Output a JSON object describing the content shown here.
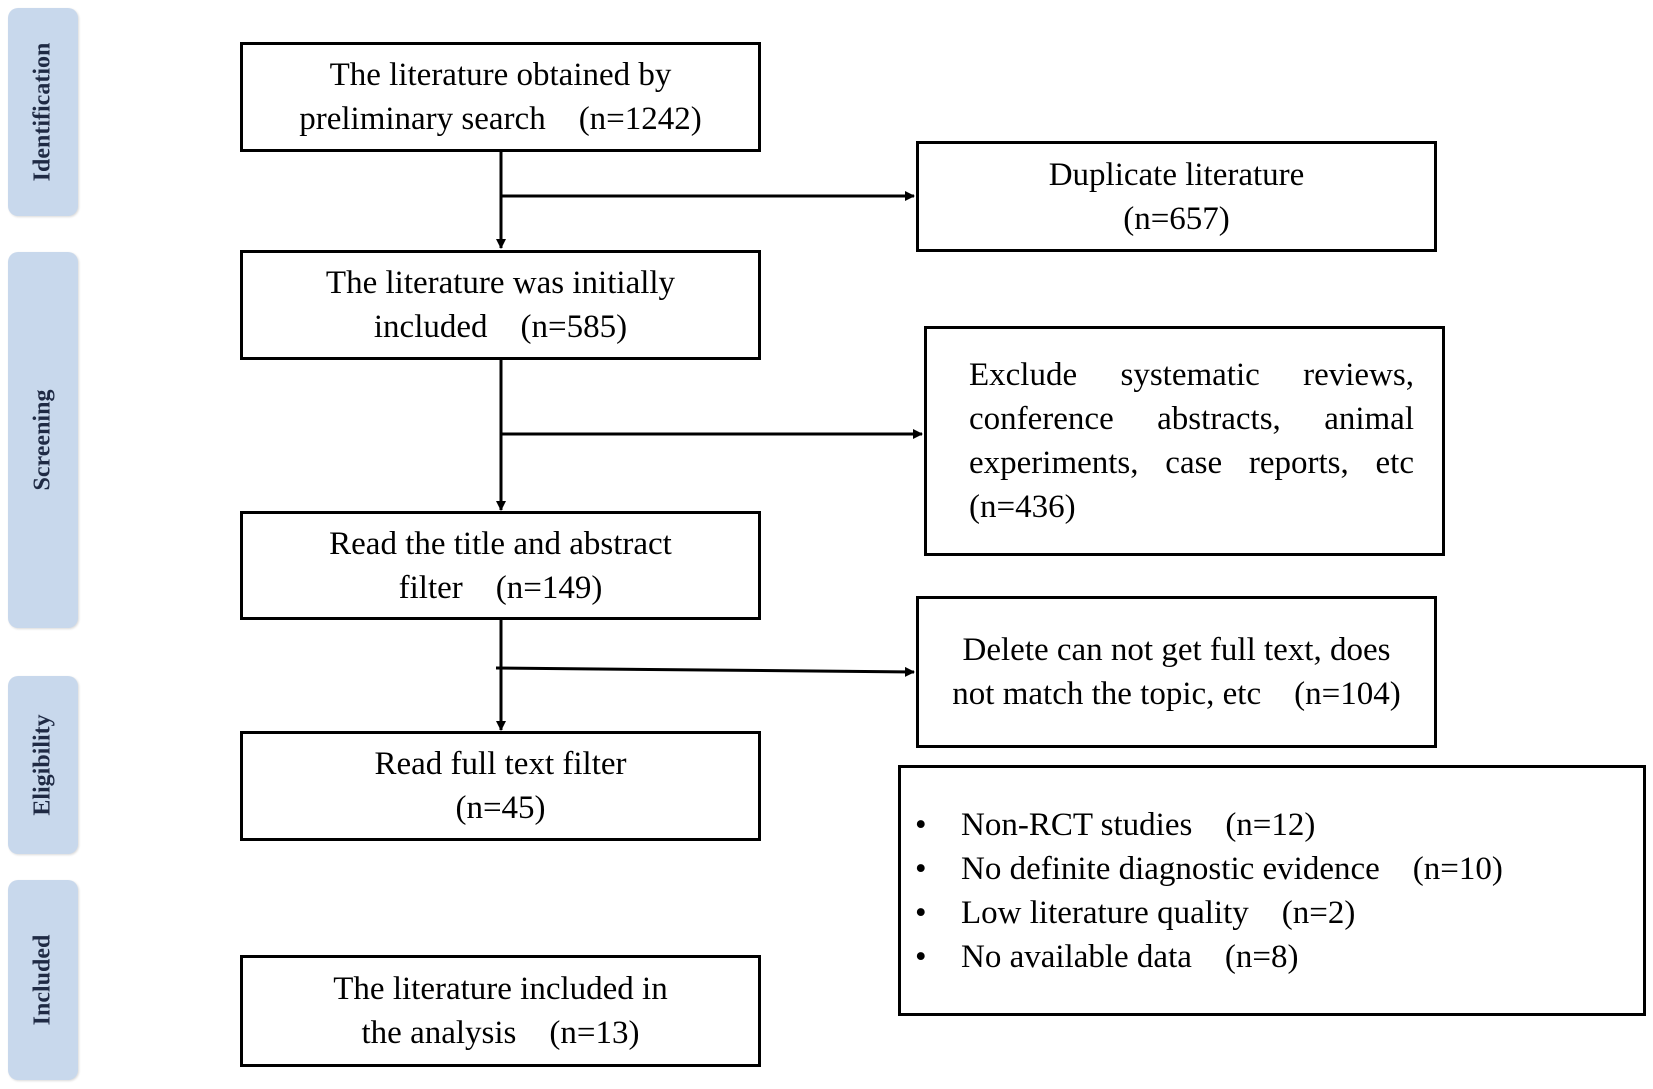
{
  "stages": [
    {
      "id": "identification",
      "label": "Identification"
    },
    {
      "id": "screening",
      "label": "Screening"
    },
    {
      "id": "eligibility",
      "label": "Eligibility"
    },
    {
      "id": "included",
      "label": "Included"
    }
  ],
  "main_boxes": {
    "preliminary_search": {
      "line1": "The literature obtained by",
      "line2": "preliminary search　(n=1242)"
    },
    "initially_included": {
      "line1": "The literature was initially",
      "line2": "included　(n=585)"
    },
    "title_abstract": {
      "line1": "Read the title and abstract",
      "line2": "filter　(n=149)"
    },
    "full_text": {
      "line1": "Read full text filter",
      "line2": "(n=45)"
    },
    "included_analysis": {
      "line1": "The literature included in",
      "line2": "the analysis　(n=13)"
    }
  },
  "side_boxes": {
    "duplicate": {
      "line1": "Duplicate literature",
      "line2": "(n=657)"
    },
    "exclude_reviews": {
      "text": "Exclude systematic reviews, conference abstracts, animal experiments, case reports, etc　(n=436)"
    },
    "delete_fulltext": {
      "line1": "Delete can not get full text, does",
      "line2": "not match the topic, etc　(n=104)"
    },
    "exclusion_reasons": [
      "Non-RCT studies　(n=12)",
      "No definite diagnostic evidence　(n=10)",
      "Low literature quality　(n=2)",
      "No available data　(n=8)"
    ]
  }
}
